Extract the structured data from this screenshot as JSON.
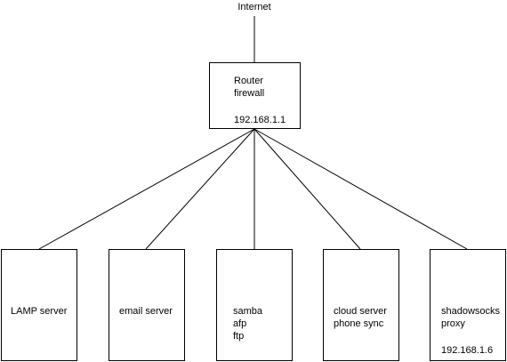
{
  "diagram": {
    "internet": {
      "label": "Internet"
    },
    "router": {
      "lines": [
        "Router",
        "firewall"
      ],
      "ip": "192.168.1.1"
    },
    "servers": [
      {
        "lines": [
          "LAMP server"
        ],
        "ip": ""
      },
      {
        "lines": [
          "email server"
        ],
        "ip": ""
      },
      {
        "lines": [
          "samba",
          "afp",
          "ftp"
        ],
        "ip": ""
      },
      {
        "lines": [
          "cloud server",
          "phone sync"
        ],
        "ip": ""
      },
      {
        "lines": [
          "shadowsocks",
          "proxy"
        ],
        "ip": "192.168.1.6"
      }
    ],
    "colors": {
      "stroke": "#000000",
      "background": "#ffffff"
    }
  }
}
